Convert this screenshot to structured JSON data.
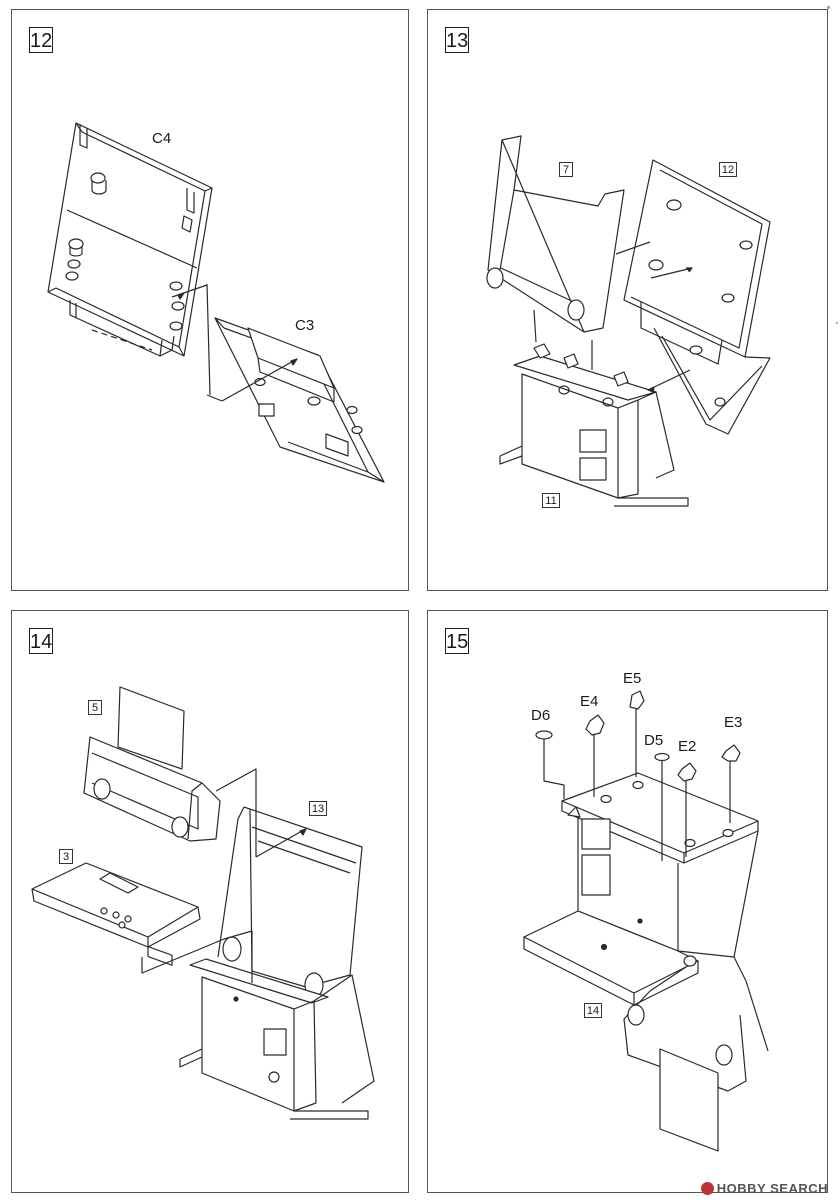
{
  "steps": {
    "s12": {
      "number": "12",
      "labels": {
        "c4": "C4",
        "c3": "C3"
      }
    },
    "s13": {
      "number": "13",
      "refs": {
        "r7": "7",
        "r12": "12",
        "r11": "11"
      }
    },
    "s14": {
      "number": "14",
      "refs": {
        "r5": "5",
        "r3": "3",
        "r13": "13"
      }
    },
    "s15": {
      "number": "15",
      "labels": {
        "d6": "D6",
        "e4": "E4",
        "e5": "E5",
        "d5": "D5",
        "e2": "E2",
        "e3": "E3"
      },
      "refs": {
        "r14": "14"
      }
    }
  },
  "watermark": "HOBBY SEARCH",
  "colors": {
    "line": "#2a2a2a",
    "frame": "#555555",
    "watermark_red": "#bb3333"
  },
  "icons": {
    "watermark_logo": "hobby-search-logo-icon"
  }
}
